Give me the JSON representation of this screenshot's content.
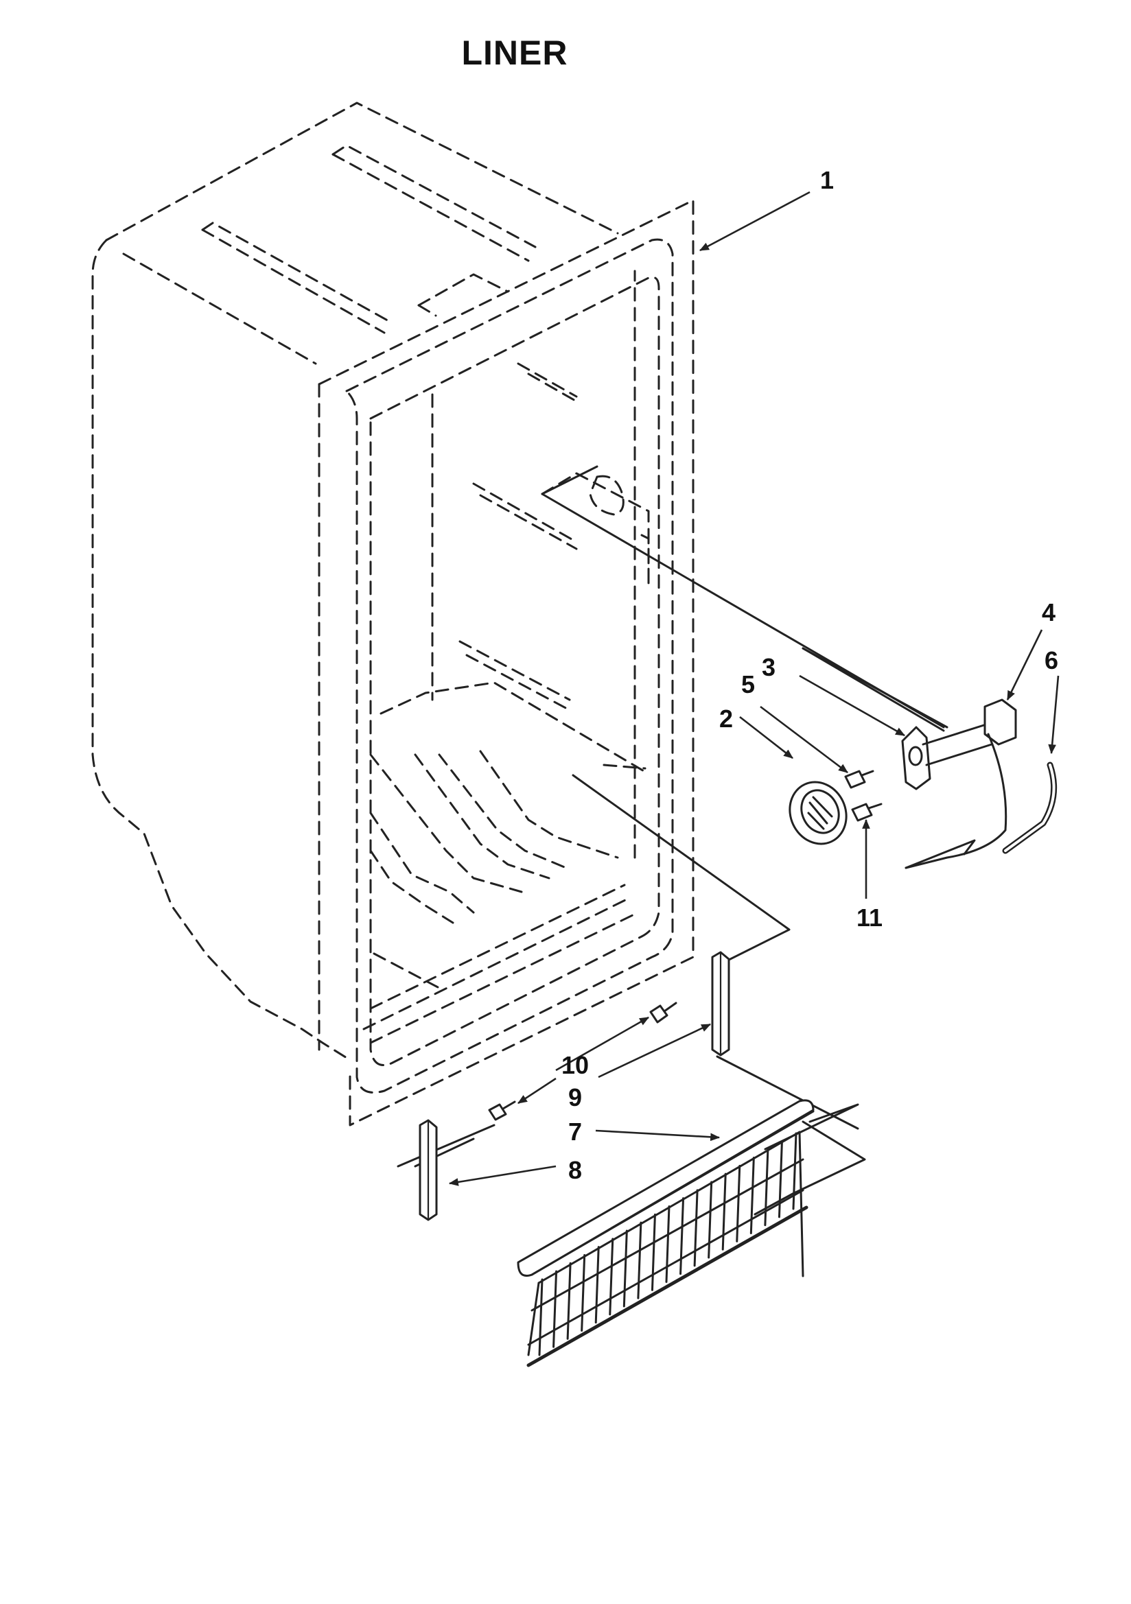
{
  "title": "LINER",
  "callouts": [
    {
      "id": "1",
      "label": "1"
    },
    {
      "id": "2",
      "label": "2"
    },
    {
      "id": "3",
      "label": "3"
    },
    {
      "id": "4",
      "label": "4"
    },
    {
      "id": "5",
      "label": "5"
    },
    {
      "id": "6",
      "label": "6"
    },
    {
      "id": "7",
      "label": "7"
    },
    {
      "id": "8",
      "label": "8"
    },
    {
      "id": "9",
      "label": "9"
    },
    {
      "id": "10",
      "label": "10"
    },
    {
      "id": "11",
      "label": "11"
    }
  ]
}
